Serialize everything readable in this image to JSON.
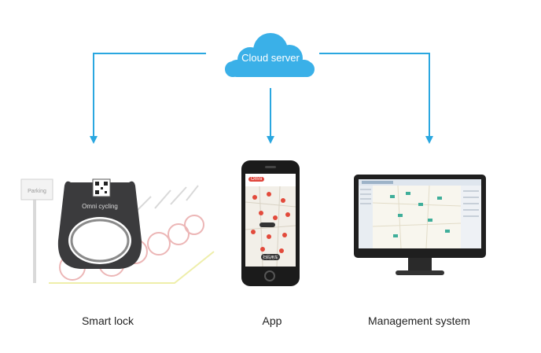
{
  "cloud": {
    "label": "Cloud server",
    "color": "#3ab0e8"
  },
  "arrow_color": "#2aa7e0",
  "lock": {
    "brand": "Omni cycling",
    "sign": "Parking"
  },
  "phone": {
    "tag": "Omni",
    "button": "扫码用车"
  },
  "nodes": [
    {
      "label": "Smart lock"
    },
    {
      "label": "App"
    },
    {
      "label": "Management system"
    }
  ]
}
